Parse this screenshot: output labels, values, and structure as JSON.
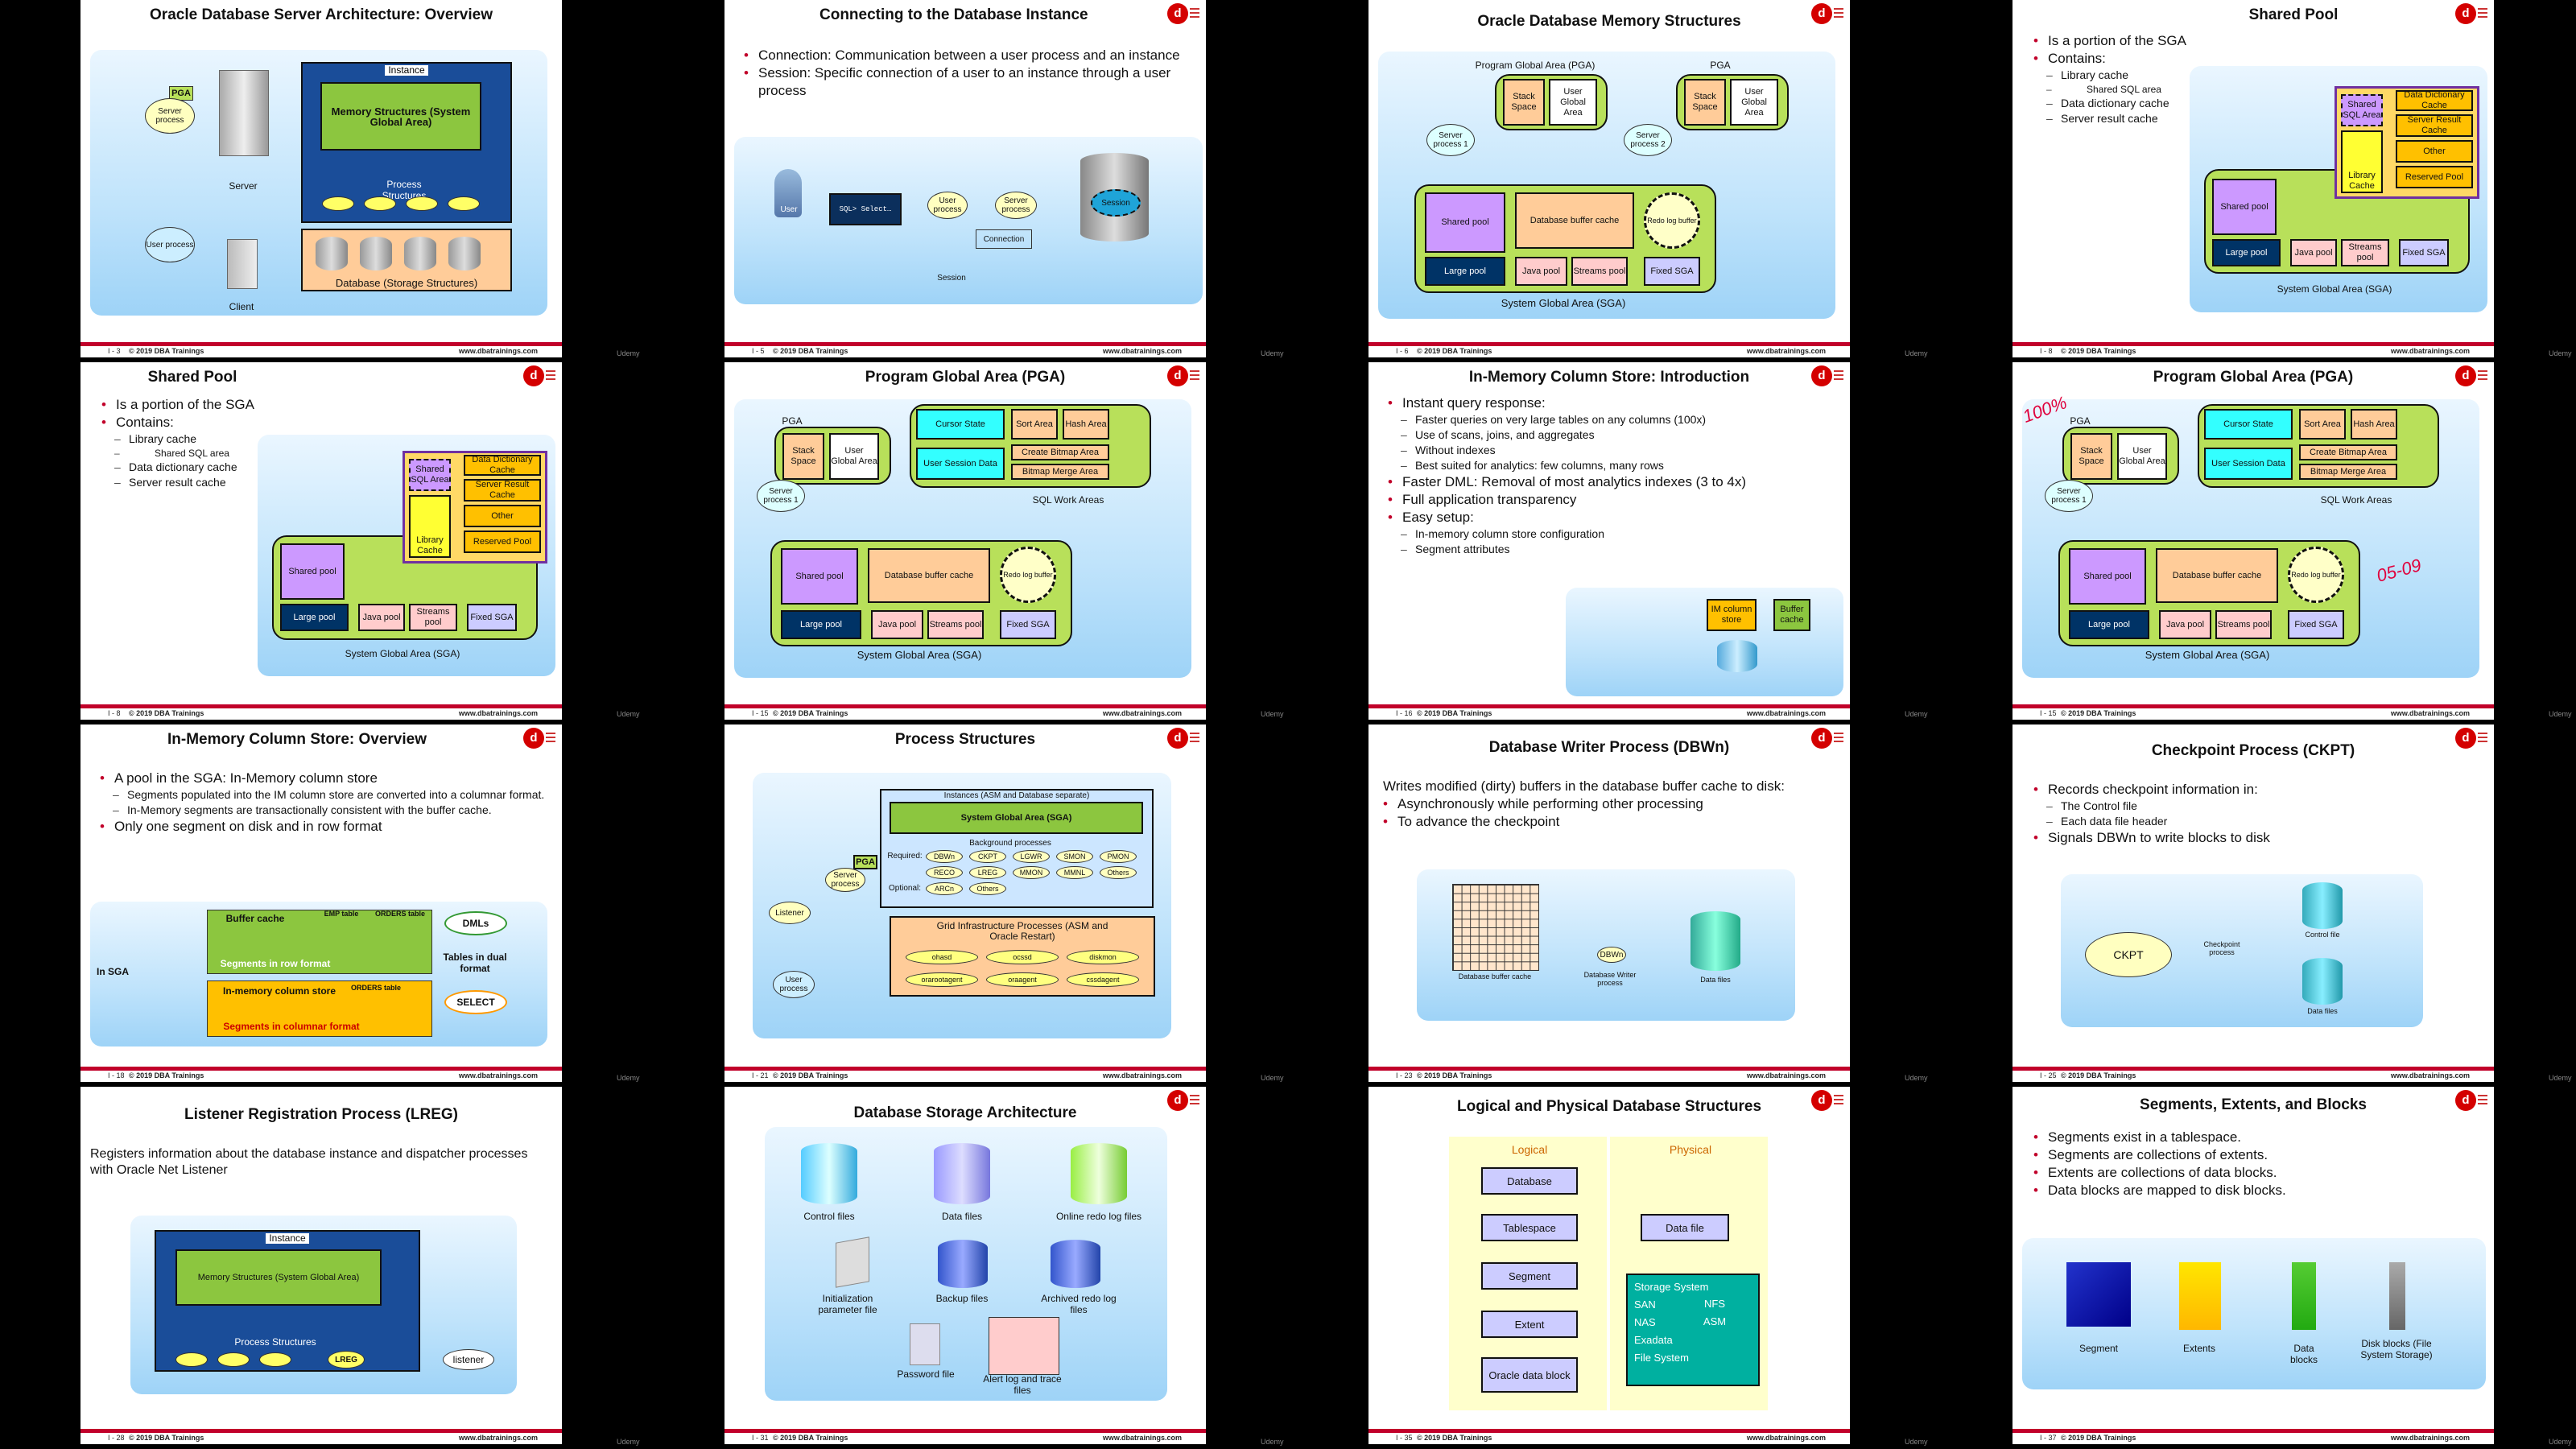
{
  "footer": {
    "copyright": "© 2019 DBA Trainings",
    "url": "www.dbatrainings.com",
    "udemy": "Udemy"
  },
  "s1": {
    "title": "Oracle Database Server Architecture: Overview",
    "num": "I - 3",
    "pga": "PGA",
    "server_process": "Server process",
    "instance": "Instance",
    "memory": "Memory Structures (System Global Area)",
    "process": "Process Structures",
    "server": "Server",
    "user_process": "User process",
    "database": "Database (Storage Structures)",
    "client": "Client"
  },
  "s2": {
    "title": "Connecting to the Database Instance",
    "num": "I - 5",
    "b1": "Connection: Communication between a user process and an instance",
    "b2": "Session: Specific connection of a user to an instance through a user process",
    "user": "User",
    "sql": "SQL> Select…",
    "user_process": "User process",
    "server_process": "Server process",
    "session": "Session",
    "connection": "Connection",
    "session_lbl": "Session"
  },
  "s3": {
    "title": "Oracle Database Memory Structures",
    "num": "I - 6",
    "pga1": "Program Global Area (PGA)",
    "pga2": "PGA",
    "stack": "Stack Space",
    "uga": "User Global Area",
    "sp1": "Server process 1",
    "sp2": "Server process 2",
    "shared_pool": "Shared pool",
    "buffer": "Database buffer cache",
    "redo": "Redo log buffer",
    "large": "Large pool",
    "java": "Java pool",
    "streams": "Streams pool",
    "fixed": "Fixed SGA",
    "sga": "System Global Area (SGA)"
  },
  "s4": {
    "title": "Shared Pool",
    "num": "I - 8",
    "b1": "Is a portion of the SGA",
    "b2": "Contains:",
    "c1": "Library cache",
    "c1a": "Shared SQL area",
    "c2": "Data dictionary cache",
    "c3": "Server result cache",
    "shared_sql": "Shared SQL Area",
    "lib": "Library Cache",
    "ddc": "Data Dictionary Cache",
    "src": "Server Result Cache",
    "other": "Other",
    "reserved": "Reserved Pool",
    "shared_pool": "Shared pool",
    "large": "Large pool",
    "java": "Java pool",
    "streams": "Streams pool",
    "fixed": "Fixed SGA",
    "sga": "System Global Area (SGA)"
  },
  "s5": {
    "title": "Shared Pool",
    "num": "I - 8"
  },
  "s6": {
    "title": "Program Global Area (PGA)",
    "num": "I - 15",
    "pga": "PGA",
    "cursor": "Cursor State",
    "sort": "Sort Area",
    "hash": "Hash Area",
    "bitmap_create": "Create Bitmap Area",
    "user_session": "User Session Data",
    "bitmap_merge": "Bitmap Merge Area",
    "sql_work": "SQL Work Areas"
  },
  "s7": {
    "title": "In-Memory Column Store: Introduction",
    "num": "I - 16",
    "b1": "Instant query response:",
    "s1": "Faster queries on very large tables on any columns (100x)",
    "s2": "Use of scans, joins, and aggregates",
    "s3": "Without indexes",
    "s4": "Best suited for analytics: few columns, many rows",
    "b2": "Faster DML: Removal of most analytics indexes (3 to 4x)",
    "b3": "Full application transparency",
    "b4": "Easy setup:",
    "s5": "In-memory column store configuration",
    "s6": "Segment attributes",
    "im": "IM column store",
    "bc": "Buffer cache"
  },
  "s8": {
    "title": "Program Global Area (PGA)",
    "num": "I - 15",
    "ink1": "100%",
    "ink2": "05-09"
  },
  "s9": {
    "title": "In-Memory Column Store: Overview",
    "num": "I - 18",
    "b1": "A pool in the SGA: In-Memory column store",
    "s1": "Segments populated into the IM column store are converted into a columnar format.",
    "s2": "In-Memory segments are transactionally consistent with the buffer cache.",
    "b2": "Only one segment on disk and in row format",
    "in_sga": "In SGA",
    "buffer_cache": "Buffer cache",
    "emp_table": "EMP table",
    "orders_table": "ORDERS table",
    "row_format": "Segments in row format",
    "imcs": "In-memory column store",
    "orders2": "ORDERS table",
    "col_format": "Segments in columnar format",
    "dmls": "DMLs",
    "dual": "Tables in dual format",
    "select": "SELECT"
  },
  "s10": {
    "title": "Process Structures",
    "num": "I - 21",
    "instances": "Instances (ASM and Database separate)",
    "sga": "System Global Area (SGA)",
    "bg": "Background processes",
    "required": "Required:",
    "optional": "Optional:",
    "req": [
      "DBWn",
      "CKPT",
      "LGWR",
      "SMON",
      "PMON",
      "RECO",
      "LREG",
      "MMON",
      "MMNL",
      "Others"
    ],
    "opt": [
      "ARCn",
      "Others"
    ],
    "grid": "Grid Infrastructure Processes (ASM and Oracle Restart)",
    "gp": [
      "ohasd",
      "ocssd",
      "diskmon",
      "orarootagent",
      "oraagent",
      "cssdagent"
    ],
    "pga": "PGA",
    "server": "Server process",
    "listener": "Listener",
    "user": "User process"
  },
  "s11": {
    "title": "Database Writer Process (DBWn)",
    "num": "I - 23",
    "intro": "Writes modified (dirty) buffers in the database buffer cache to disk:",
    "b1": "Asynchronously while performing other processing",
    "b2": "To advance the checkpoint",
    "cache": "Database buffer cache",
    "dbwn": "DBWn",
    "writer": "Database Writer process",
    "files": "Data files"
  },
  "s12": {
    "title": "Checkpoint Process (CKPT)",
    "num": "I - 25",
    "b1": "Records checkpoint information in:",
    "s1": "The Control file",
    "s2": "Each data file header",
    "b2": "Signals DBWn to write blocks to disk",
    "ckpt": "CKPT",
    "cp": "Checkpoint process",
    "control": "Control file",
    "data": "Data files"
  },
  "s13": {
    "title": "Listener Registration Process (LREG)",
    "num": "I - 28",
    "intro": "Registers information about the database instance and dispatcher processes with Oracle Net Listener",
    "instance": "Instance",
    "memory": "Memory Structures (System Global Area)",
    "process": "Process Structures",
    "lreg": "LREG",
    "listener": "listener"
  },
  "s14": {
    "title": "Database Storage Architecture",
    "num": "I - 31",
    "control": "Control files",
    "data": "Data files",
    "redo": "Online redo log files",
    "init": "Initialization parameter file",
    "backup": "Backup files",
    "archived": "Archived redo log files",
    "password": "Password file",
    "alert": "Alert log and trace files"
  },
  "s15": {
    "title": "Logical and Physical Database Structures",
    "num": "I - 35",
    "logical": "Logical",
    "physical": "Physical",
    "database": "Database",
    "tablespace": "Tablespace",
    "segment": "Segment",
    "extent": "Extent",
    "block": "Oracle data block",
    "datafile": "Data file",
    "storage": "Storage System",
    "san": "SAN",
    "nfs": "NFS",
    "nas": "NAS",
    "asm": "ASM",
    "exadata": "Exadata",
    "fs": "File System"
  },
  "s16": {
    "title": "Segments, Extents, and Blocks",
    "num": "I - 37",
    "b1": "Segments exist in a tablespace.",
    "b2": "Segments are collections of extents.",
    "b3": "Extents are collections of data blocks.",
    "b4": "Data blocks are mapped to disk blocks.",
    "segment": "Segment",
    "extents": "Extents",
    "datablocks": "Data blocks",
    "disk": "Disk blocks (File System Storage)"
  },
  "colors": {
    "red": "#c1002a",
    "green": "#b8e05a",
    "sga": "#b8e05a",
    "pga_orange": "#ffcc99",
    "purple": "#cc99ff",
    "navy": "#003366"
  }
}
